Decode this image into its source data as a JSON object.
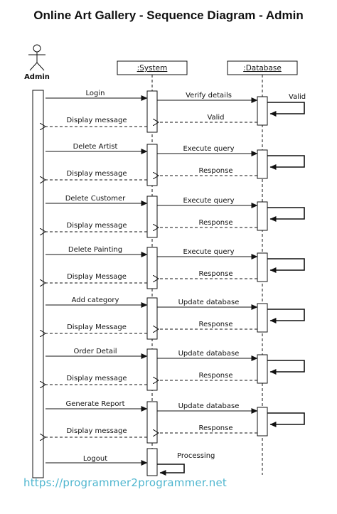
{
  "title": "Online Art Gallery - Sequence Diagram - Admin",
  "actor": {
    "name": "Admin"
  },
  "objects": [
    {
      "id": "system",
      "label": ":System"
    },
    {
      "id": "database",
      "label": ":Database"
    }
  ],
  "messages": [
    {
      "request": "Login",
      "query": "Verify details",
      "self": "Valid",
      "reply": "Valid",
      "display": "Display message"
    },
    {
      "request": "Delete Artist",
      "query": "Execute query",
      "reply": "Response",
      "display": "Display message"
    },
    {
      "request": "Delete Customer",
      "query": "Execute query",
      "reply": "Response",
      "display": "Display message"
    },
    {
      "request": "Delete Painting",
      "query": "Execute query",
      "reply": "Response",
      "display": "Display Message"
    },
    {
      "request": "Add category",
      "query": "Update database",
      "reply": "Response",
      "display": "Display Message"
    },
    {
      "request": "Order Detail",
      "query": "Update database",
      "reply": "Response",
      "display": "Display message"
    },
    {
      "request": "Generate Report",
      "query": "Update database",
      "reply": "Response",
      "display": "Display message"
    }
  ],
  "logout": {
    "request": "Logout",
    "self": "Processing"
  },
  "footer": "https://programmer2programmer.net"
}
